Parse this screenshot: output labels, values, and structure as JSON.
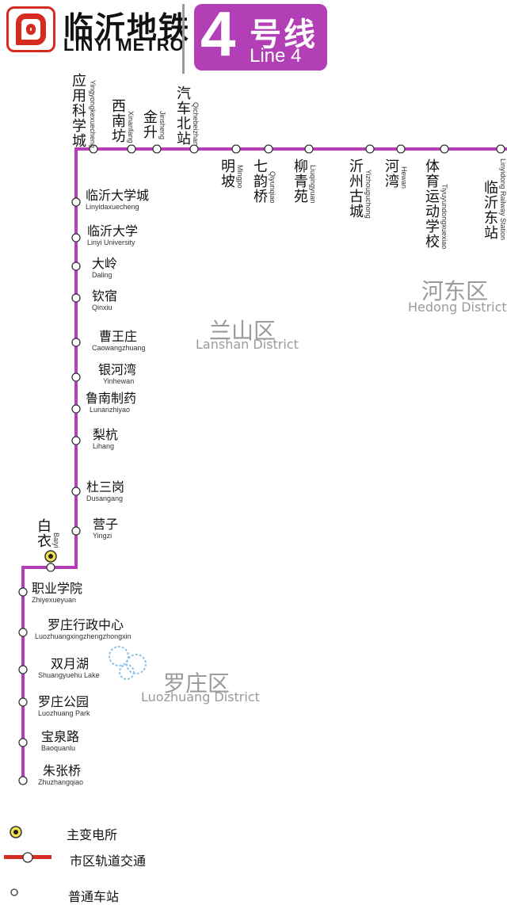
{
  "header": {
    "brand_cn": "临沂地铁",
    "brand_en": "LINYI METRO",
    "line_number": "4",
    "line_cn": "号线",
    "line_en": "Line 4",
    "line_color": "#b23fb6",
    "brand_color": "#d62b20"
  },
  "top_stations": [
    {
      "cn": "应用科学城",
      "en": "Yingyongkexuecheng"
    },
    {
      "cn": "西南坊",
      "en": "Xinanfang"
    },
    {
      "cn": "金升",
      "en": "Jinsheng"
    },
    {
      "cn": "汽车北站",
      "en": "Qichebeizhan"
    },
    {
      "cn": "明坡",
      "en": "Mingpo"
    },
    {
      "cn": "七韵桥",
      "en": "Qiyunqiao"
    },
    {
      "cn": "柳青苑",
      "en": "Liuqingyuan"
    },
    {
      "cn": "沂州古城",
      "en": "Yizhouguchong"
    },
    {
      "cn": "河湾",
      "en": "Hewan"
    },
    {
      "cn": "体育运动学校",
      "en": "Tiyuyundongxuexiao"
    },
    {
      "cn": "临沂东站",
      "en": "Linyidong Railway Station"
    }
  ],
  "side_stations": [
    {
      "cn": "临沂大学城",
      "en": "Linyidaxuecheng"
    },
    {
      "cn": "临沂大学",
      "en": "Linyi University"
    },
    {
      "cn": "大岭",
      "en": "Daling"
    },
    {
      "cn": "钦宿",
      "en": "Qinxiu"
    },
    {
      "cn": "曹王庄",
      "en": "Caowangzhuang"
    },
    {
      "cn": "银河湾",
      "en": "Yinhewan"
    },
    {
      "cn": "鲁南制药",
      "en": "Lunanzhiyao"
    },
    {
      "cn": "梨杭",
      "en": "Lihang"
    },
    {
      "cn": "杜三岗",
      "en": "Dusangang"
    },
    {
      "cn": "营子",
      "en": "Yingzi"
    }
  ],
  "transfer_station": {
    "cn": "白衣",
    "en": "Baiyi"
  },
  "lower_stations": [
    {
      "cn": "职业学院",
      "en": "Zhiyexueyuan"
    },
    {
      "cn": "罗庄行政中心",
      "en": "Luozhuangxingzhengzhongxin"
    },
    {
      "cn": "双月湖",
      "en": "Shuangyuehu Lake"
    },
    {
      "cn": "罗庄公园",
      "en": "Luozhuang Park"
    },
    {
      "cn": "宝泉路",
      "en": "Baoquanlu"
    },
    {
      "cn": "朱张桥",
      "en": "Zhuzhangqiao"
    }
  ],
  "districts": [
    {
      "cn": "兰山区",
      "en": "Lanshan District"
    },
    {
      "cn": "河东区",
      "en": "Hedong District"
    },
    {
      "cn": "罗庄区",
      "en": "Luozhuang District"
    }
  ],
  "legend": [
    {
      "label": "主变电所",
      "icon": "substation-icon"
    },
    {
      "label": "市区轨道交通",
      "icon": "urban-rail-icon"
    },
    {
      "label": "普通车站",
      "icon": "normal-station-icon"
    }
  ]
}
